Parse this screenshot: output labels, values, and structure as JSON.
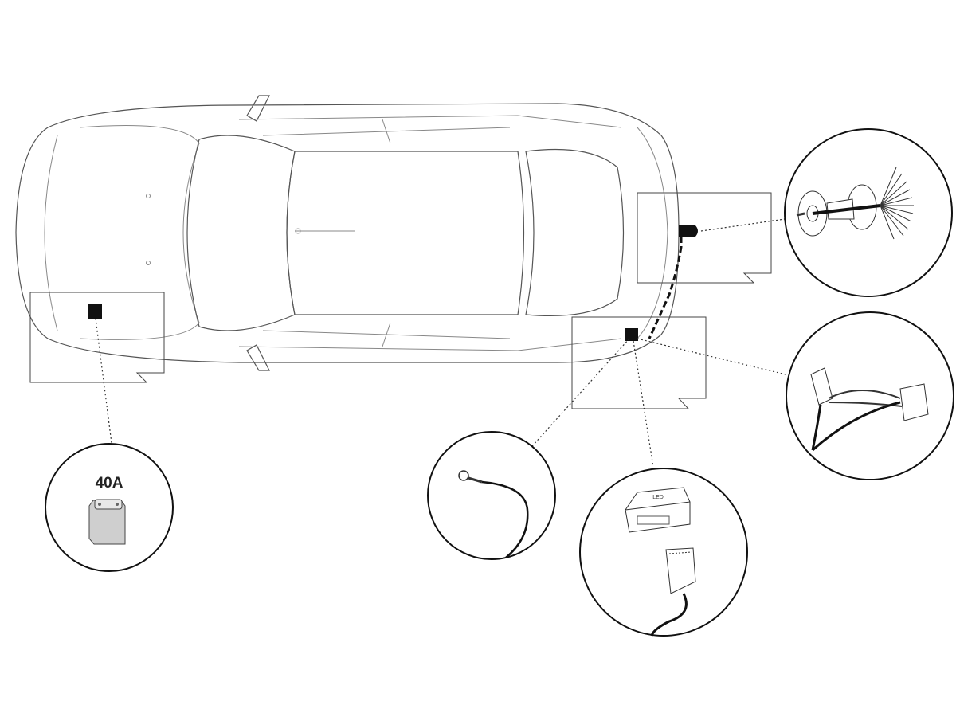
{
  "diagram": {
    "fuse_label": "40A",
    "module_label": "LED",
    "colors": {
      "line": "#555555",
      "marker": "#111111",
      "background": "#ffffff"
    },
    "components": [
      {
        "name": "fuse-40a"
      },
      {
        "name": "ground-ring-terminal"
      },
      {
        "name": "led-control-module"
      },
      {
        "name": "trailer-socket-cable"
      },
      {
        "name": "vehicle-connector-harness"
      }
    ]
  }
}
